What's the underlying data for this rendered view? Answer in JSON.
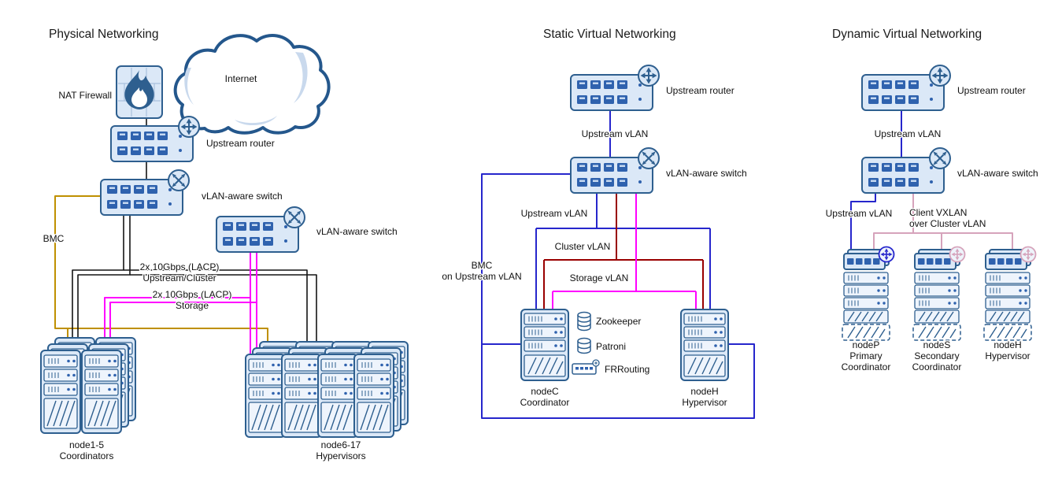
{
  "colors": {
    "node_stroke": "#2e5f8f",
    "node_fill": "#dbe8f7",
    "port_fill": "#2f62ae",
    "ink": "#141414",
    "gold": "#bf9000",
    "magenta": "#ff00ff",
    "dark_red": "#990000",
    "blue": "#2626cc",
    "pink": "#d6a3bb",
    "cloud_stroke": "#24578c",
    "swoosh": "#c9d9ed"
  },
  "icons": {
    "internet": "cloud-icon",
    "nat_firewall": "firewall-flame-icon",
    "router_badge": "arrows-cross-circle-icon",
    "switch_badge": "arrows-x-circle-icon",
    "virtual_router_badge": "arrows-plus-circle-icon",
    "zookeeper": "database-stack-icon",
    "patroni": "database-icon",
    "frrouting": "mini-router-icon",
    "node": "server-tower-icon",
    "switch": "port-panel-icon"
  },
  "physical": {
    "title": "Physical Networking",
    "internet_label": "Internet",
    "nat_firewall_label": "NAT Firewall",
    "upstream_router_label": "Upstream router",
    "vlan_switch_upper_label": "vLAN-aware switch",
    "vlan_switch_lower_label": "vLAN-aware switch",
    "bmc_label": "BMC",
    "lacp_upstream_line1": "2x 10Gbps (LACP)",
    "lacp_upstream_line2": "Upstream/Cluster",
    "lacp_storage_line1": "2x 10Gbps (LACP)",
    "lacp_storage_line2": "Storage",
    "coordinators_line1": "node1-5",
    "coordinators_line2": "Coordinators",
    "hypervisors_line1": "node6-17",
    "hypervisors_line2": "Hypervisors"
  },
  "static_virtual": {
    "title": "Static Virtual Networking",
    "upstream_router_label": "Upstream router",
    "upstream_vlan_top_label": "Upstream vLAN",
    "vlan_switch_label": "vLAN-aware switch",
    "upstream_vlan_label": "Upstream vLAN",
    "cluster_vlan_label": "Cluster vLAN",
    "storage_vlan_label": "Storage vLAN",
    "bmc_line1": "BMC",
    "bmc_line2": "on Upstream vLAN",
    "zookeeper_label": "Zookeeper",
    "patroni_label": "Patroni",
    "frrouting_label": "FRRouting",
    "nodec_line1": "nodeC",
    "nodec_line2": "Coordinator",
    "nodeh_line1": "nodeH",
    "nodeh_line2": "Hypervisor"
  },
  "dynamic_virtual": {
    "title": "Dynamic Virtual Networking",
    "upstream_router_label": "Upstream router",
    "upstream_vlan_top_label": "Upstream vLAN",
    "vlan_switch_label": "vLAN-aware switch",
    "upstream_vlan_label": "Upstream vLAN",
    "client_vxlan_line1": "Client VXLAN",
    "client_vxlan_line2": "over Cluster vLAN",
    "nodep_line1": "nodeP",
    "nodep_line2": "Primary",
    "nodep_line3": "Coordinator",
    "nodes_line1": "nodeS",
    "nodes_line2": "Secondary",
    "nodes_line3": "Coordinator",
    "nodeh_line1": "nodeH",
    "nodeh_line2": "Hypervisor"
  }
}
